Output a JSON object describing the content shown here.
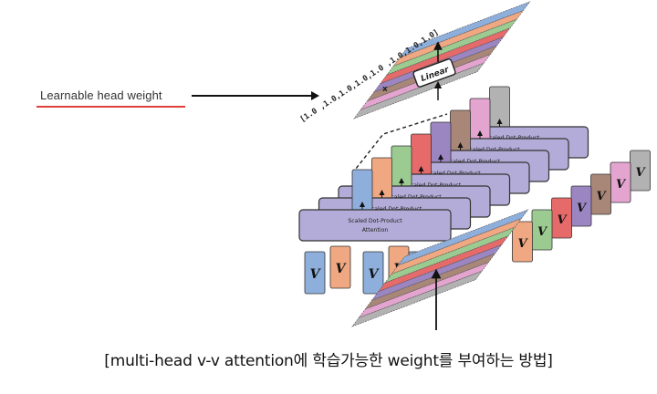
{
  "annotation": {
    "label": "Learnable head weight",
    "underline_color": "#e0403a",
    "arrow_color": "#111111"
  },
  "diagram": {
    "weight_vector_label": "[1.0 ,1.0,1.0,1.0,1.0 ,1.0,1.0,1.0]",
    "multiply_symbol": "x",
    "linear_label": "Linear",
    "attention_block_label_line1": "Scaled Dot-Product",
    "attention_block_label_line2": "Attention",
    "value_label": "V",
    "num_heads": 8,
    "attention_block_color": "#b4acd8",
    "head_colors": [
      "#8eaedb",
      "#f0a882",
      "#9ccb91",
      "#e66a6a",
      "#9b86c2",
      "#a98778",
      "#e3a5cf",
      "#b2b2b2"
    ]
  },
  "caption": {
    "text": "[multi-head v-v attention에 학습가능한 weight를 부여하는 방법]"
  }
}
